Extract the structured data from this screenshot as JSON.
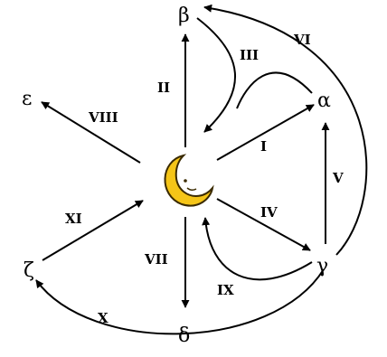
{
  "colors": {
    "line": "#000000",
    "moon_fill": "#f5c518",
    "moon_stroke": "#3a2a00"
  },
  "center": {
    "icon": "crescent-moon-face-icon"
  },
  "nodes": {
    "alpha": "α",
    "beta": "β",
    "gamma": "γ",
    "delta": "δ",
    "epsilon": "ε",
    "zeta": "ζ"
  },
  "edges": {
    "I": "I",
    "II": "II",
    "III": "III",
    "IV": "IV",
    "V": "V",
    "VI": "VI",
    "VII": "VII",
    "VIII": "VIII",
    "IX": "IX",
    "X": "X",
    "XI": "XI"
  }
}
